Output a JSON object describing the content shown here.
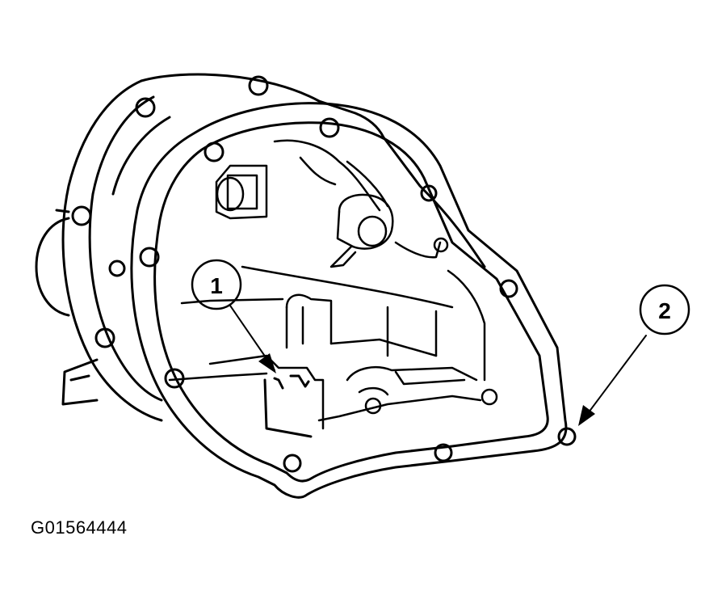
{
  "figure": {
    "code": "G01564444",
    "callouts": [
      {
        "id": "callout-1",
        "number": "1"
      },
      {
        "id": "callout-2",
        "number": "2"
      }
    ],
    "colors": {
      "ink": "#000000",
      "paper": "#ffffff"
    }
  }
}
